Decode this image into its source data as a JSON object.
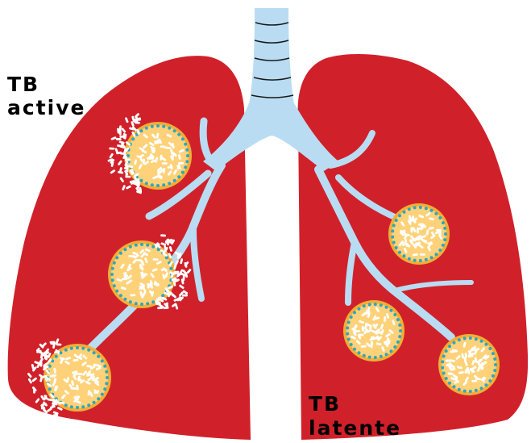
{
  "labels": {
    "active_line1": "TB",
    "active_line2": "active",
    "latent_line1": "TB",
    "latent_line2": "latente"
  },
  "colors": {
    "lung": "#d0212b",
    "airway": "#b9dcf2",
    "granuloma_fill": "#ffd27a",
    "granuloma_ring": "#f2ae38",
    "granuloma_dots": "#2ba7c2",
    "bacteria": "#ffffff",
    "text": "#000000"
  },
  "granulomas": [
    {
      "state": "active"
    },
    {
      "state": "active"
    },
    {
      "state": "active"
    },
    {
      "state": "latent"
    },
    {
      "state": "latent"
    },
    {
      "state": "latent"
    }
  ]
}
